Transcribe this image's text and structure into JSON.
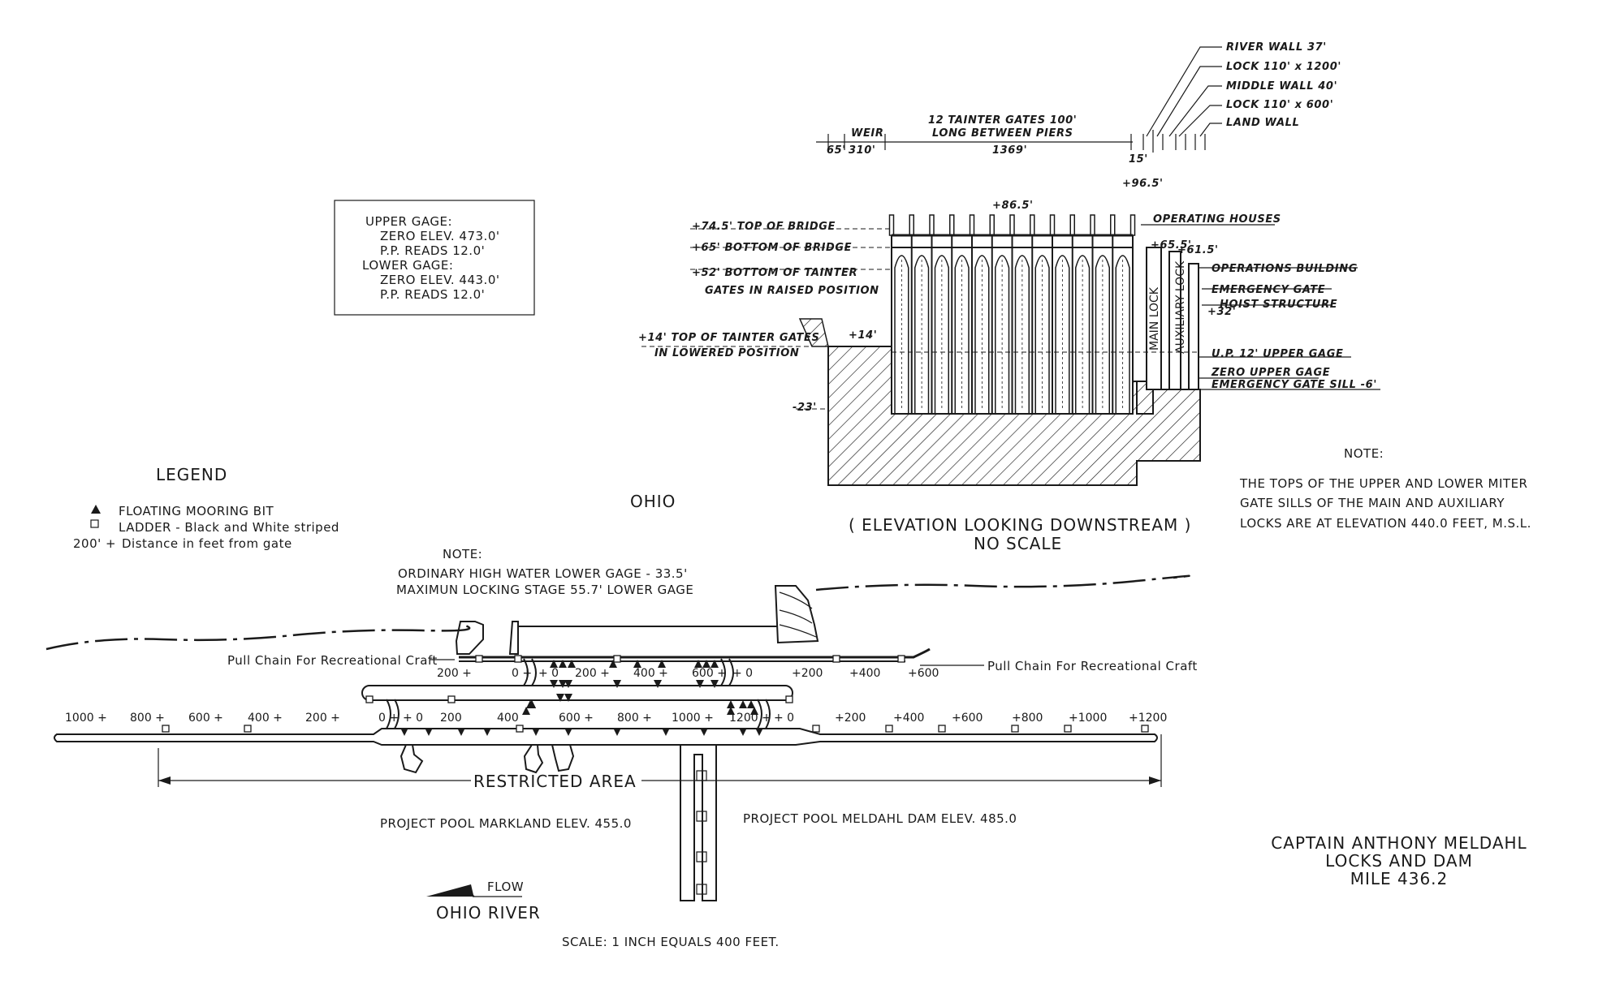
{
  "gage_box": {
    "l1": "UPPER GAGE:",
    "l2": "ZERO ELEV. 473.0'",
    "l3": "P.P. READS 12.0'",
    "l4": "LOWER GAGE:",
    "l5": "ZERO ELEV. 443.0'",
    "l6": "P.P. READS 12.0'"
  },
  "legend": {
    "title": "LEGEND",
    "bit": "FLOATING MOORING BIT",
    "ladder": "LADDER - Black and White striped",
    "dist_sym": "200' +",
    "dist": "Distance in feet from gate"
  },
  "state_label": "OHIO",
  "note_mid": {
    "title": "NOTE:",
    "l1": "ORDINARY HIGH WATER LOWER GAGE - 33.5'",
    "l2": "MAXIMUN LOCKING STAGE 55.7' LOWER GAGE"
  },
  "note_right": {
    "title": "NOTE:",
    "l1": "THE TOPS OF THE UPPER AND LOWER MITER",
    "l2": "GATE SILLS OF THE MAIN AND AUXILIARY",
    "l3": "LOCKS ARE AT ELEVATION 440.0 FEET, M.S.L."
  },
  "elevation": {
    "caption1": "( ELEVATION LOOKING DOWNSTREAM )",
    "caption2": "NO SCALE",
    "dims": {
      "d65": "65'",
      "weir": "WEIR",
      "d310": "310'",
      "gates1": "12 TAINTER GATES 100'",
      "gates2": "LONG BETWEEN PIERS",
      "d1369": "1369'",
      "d15": "15'"
    },
    "top_labels": [
      "RIVER WALL 37'",
      "LOCK 110' x 1200'",
      "MIDDLE WALL 40'",
      "LOCK 110' x 600'",
      "LAND WALL"
    ],
    "left_labels": {
      "top_bridge": "+74.5' TOP OF BRIDGE",
      "bottom_bridge": "+65' BOTTOM OF BRIDGE",
      "bottom_tainter": "+52' BOTTOM OF TAINTER",
      "raised": "GATES IN RAISED POSITION",
      "top_tainter": "+14' TOP OF TAINTER GATES",
      "lowered": "IN LOWERED POSITION",
      "e14": "+14'",
      "e23": "-23'"
    },
    "peak": "+86.5'",
    "top_right": "+96.5'",
    "e655": "+65.5'",
    "e615": "+61.5'",
    "e32": "+32'",
    "main_lock": "MAIN LOCK",
    "aux_lock": "AUXILIARY LOCK",
    "right_labels": {
      "operating_houses": "OPERATING HOUSES",
      "operations_building": "OPERATIONS BUILDING",
      "emergency_gate": "EMERGENCY GATE",
      "hoist": "HOIST STRUCTURE",
      "up_gage": "U.P. 12' UPPER GAGE",
      "zero_gage": "ZERO UPPER GAGE",
      "sill": "EMERGENCY GATE SILL -6'"
    }
  },
  "plan": {
    "pull_chain_left": "Pull Chain For Recreational Craft",
    "pull_chain_right": "Pull Chain For Recreational Craft",
    "row1": [
      "200 +",
      "0 +",
      "+ 0",
      "200 +",
      "400 +",
      "600 +",
      "+ 0",
      "+200",
      "+400",
      "+600"
    ],
    "row2": [
      "1000 +",
      "800 +",
      "600 +",
      "400 +",
      "200 +",
      "0 +",
      "+ 0",
      "200",
      "400",
      "600 +",
      "800 +",
      "1000 +",
      "1200 +",
      "+ 0",
      "+200",
      "+400",
      "+600",
      "+800",
      "+1000",
      "+1200"
    ],
    "restricted": "RESTRICTED AREA",
    "pool_left": "PROJECT POOL MARKLAND ELEV. 455.0",
    "pool_right": "PROJECT POOL MELDAHL DAM ELEV. 485.0",
    "flow": "FLOW",
    "river": "OHIO   RIVER",
    "scale": "SCALE: 1 INCH EQUALS 400 FEET."
  },
  "title_block": {
    "l1": "CAPTAIN ANTHONY MELDAHL",
    "l2": "LOCKS AND DAM",
    "l3": "MILE 436.2"
  }
}
